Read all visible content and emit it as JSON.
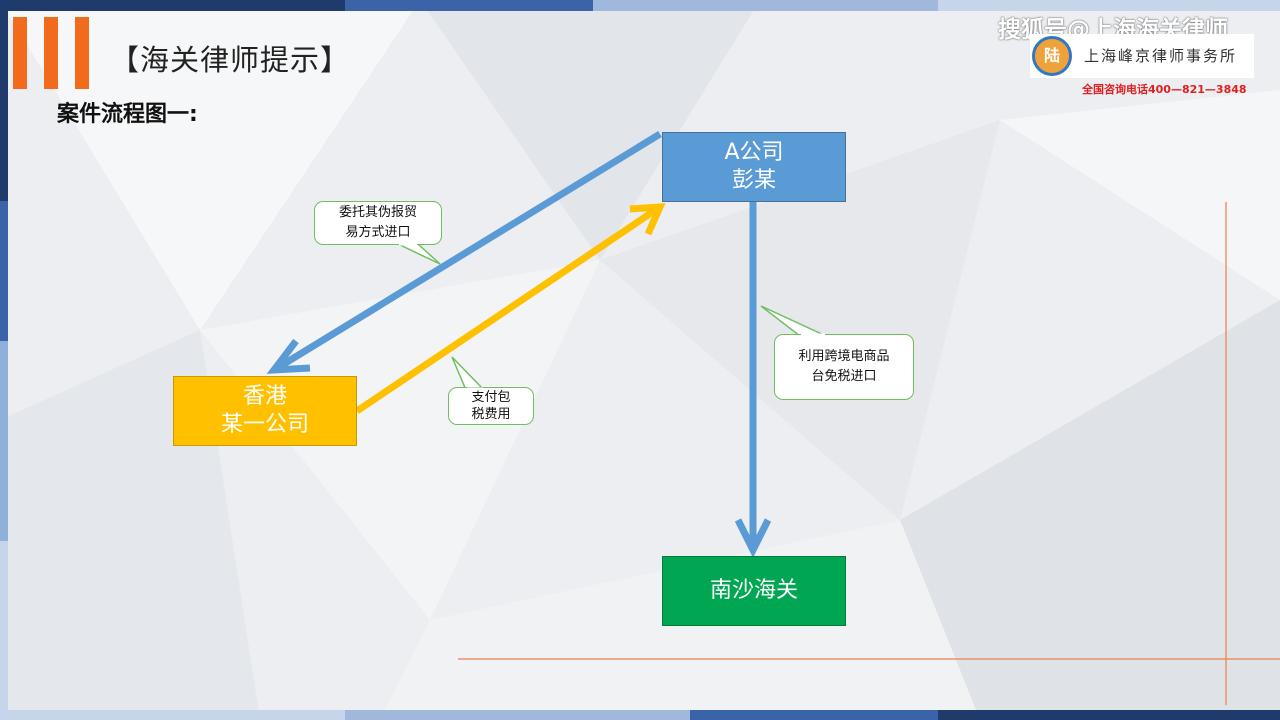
{
  "header": {
    "title": "【海关律师提示】",
    "subtitle": "案件流程图一:"
  },
  "branding": {
    "watermark": "搜狐号@上海海关律师",
    "logo_text": "上海峰京律师事务所",
    "logo_mark": "陆",
    "phone": "全国咨询电话400—821—3848"
  },
  "nodes": {
    "a_company": {
      "line1": "A公司",
      "line2": "彭某",
      "color": "#5b9bd5"
    },
    "hk_company": {
      "line1": "香港",
      "line2": "某一公司",
      "color": "#ffc000"
    },
    "customs": {
      "line1": "南沙海关",
      "color": "#00a651"
    }
  },
  "callouts": {
    "entrust": {
      "line1": "委托其伪报贸",
      "line2": "易方式进口"
    },
    "pay": {
      "line1": "支付包",
      "line2": "税费用"
    },
    "crossborder": {
      "line1": "利用跨境电商品",
      "line2": "台免税进口"
    }
  },
  "colors": {
    "accent_orange": "#f26a1b",
    "arrow_blue": "#5b9bd5",
    "arrow_yellow": "#ffc000",
    "callout_border": "#6fbf5f"
  }
}
